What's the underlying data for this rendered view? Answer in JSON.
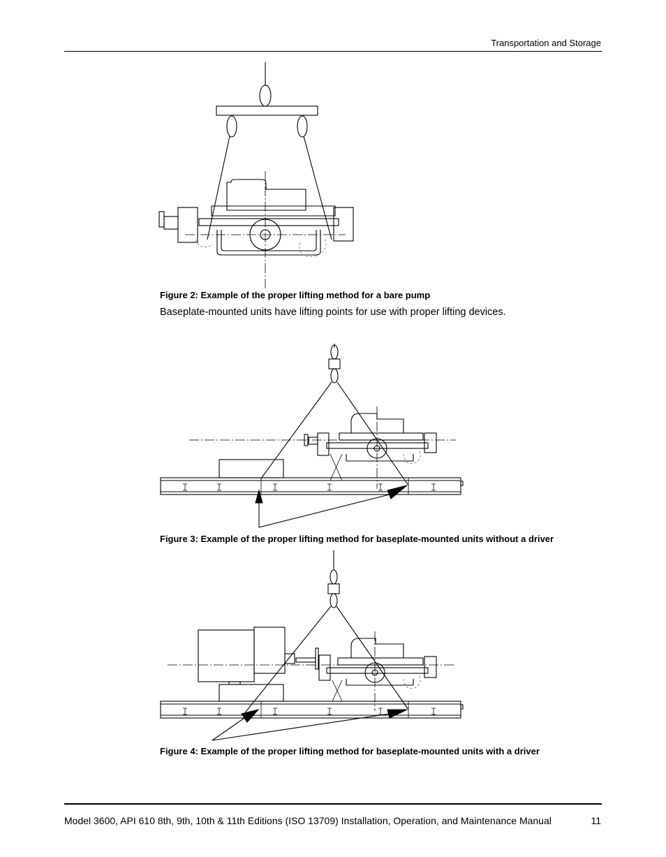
{
  "header": {
    "section_title": "Transportation and Storage"
  },
  "figures": [
    {
      "caption": "Figure 2: Example of the proper lifting method for a bare pump"
    },
    {
      "caption": "Figure 3: Example of the proper lifting method for baseplate-mounted units without a driver"
    },
    {
      "caption": "Figure 4: Example of the proper lifting method for baseplate-mounted units with a driver"
    }
  ],
  "body": {
    "paragraph": "Baseplate-mounted units have lifting points for use with proper lifting devices."
  },
  "footer": {
    "manual_title": "Model 3600, API 610 8th, 9th, 10th & 11th Editions (ISO 13709) Installation, Operation, and Maintenance Manual",
    "page_number": "11"
  }
}
